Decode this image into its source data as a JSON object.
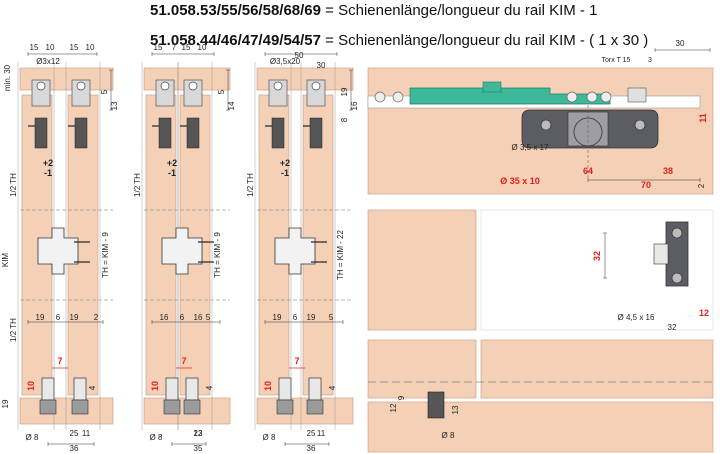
{
  "header": {
    "line1_code": "51.058.53/55/56/58/68/69",
    "line1_text": " = Schienenlänge/longueur du rail KIM - 1",
    "line2_code": "51.058.44/46/47/49/54/57",
    "line2_text": " = Schienenlänge/longueur du rail KIM - ( 1 x 30 )"
  },
  "panel1": {
    "top_dims": [
      "15",
      "10",
      "15",
      "10"
    ],
    "screw": "Ø3x12",
    "min30": "min. 30",
    "side": [
      "5",
      "13"
    ],
    "adj": [
      "+2",
      "-1"
    ],
    "half_th": [
      "1/2 TH",
      "1/2 TH"
    ],
    "kim": "KIM",
    "th": "TH = KIM - 9",
    "bottom_dims": [
      "19",
      "6",
      "19",
      "2"
    ],
    "red": [
      "7",
      "10"
    ],
    "small": [
      "4"
    ],
    "left19": "19",
    "dia": "Ø 8",
    "base": [
      "25",
      "11",
      "36"
    ]
  },
  "panel2": {
    "top_dims": [
      "15",
      "7",
      "15",
      "10"
    ],
    "side": [
      "5",
      "14"
    ],
    "adj": [
      "+2",
      "-1"
    ],
    "half_th": [
      "1/2 TH"
    ],
    "th": "TH = KIM - 9",
    "bottom_dims": [
      "16",
      "6",
      "16",
      "5"
    ],
    "red": [
      "7",
      "10"
    ],
    "small": [
      "4"
    ],
    "dia": "Ø 8",
    "base": [
      "22",
      "13",
      "35"
    ]
  },
  "panel3": {
    "top_dims": [
      "50",
      "30"
    ],
    "screw": "Ø3,5x20",
    "side": [
      "19",
      "16",
      "8"
    ],
    "adj": [
      "+2",
      "-1"
    ],
    "half_th": [
      "1/2 TH"
    ],
    "th": "TH = KIM - 22",
    "bottom_dims": [
      "19",
      "6",
      "19",
      "5"
    ],
    "red": [
      "7",
      "10"
    ],
    "small": [
      "4"
    ],
    "dia": "Ø 8",
    "base": [
      "25",
      "11",
      "36"
    ]
  },
  "right": {
    "dim30": "30",
    "torx": "Torx T 15",
    "dim3": "3",
    "dim11": "11",
    "dia35_17": "Ø 3,5 x 17",
    "dia35_10": "Ø 35 x 10",
    "d64": "64",
    "d38": "38",
    "d70": "70",
    "d2": "2",
    "d32v": "32",
    "dia45": "Ø 4,5 x 16",
    "d12": "12",
    "d32h": "32",
    "d9": "9",
    "d12b": "12",
    "d13": "13",
    "dia8": "Ø 8"
  },
  "colors": {
    "board": "#f4d0b6",
    "board_edge": "#c39a7e",
    "green": "#3db89a",
    "metal": "#d8d8d8",
    "dark": "#5c5c63",
    "red": "#e2201a",
    "line": "#333333"
  }
}
